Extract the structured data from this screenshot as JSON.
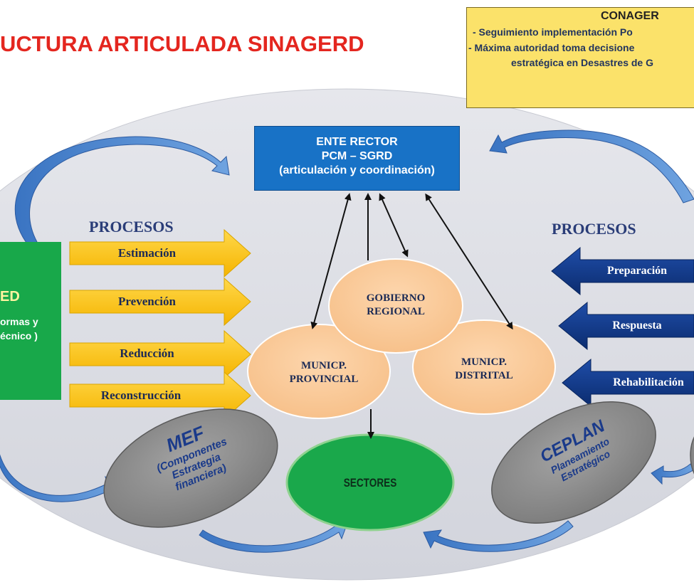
{
  "title": "UCTURA ARTICULADA SINAGERD",
  "conager": {
    "heading": "CONAGER",
    "line1": "-  Seguimiento implementación Po",
    "line2": "- Máxima autoridad toma decisione",
    "line3": "estratégica en Desastres de G"
  },
  "rector": {
    "line1": "ENTE  RECTOR",
    "line2": "PCM – SGRD",
    "line3": "(articulación y coordinación)"
  },
  "left_process": {
    "title": "PROCESOS",
    "items": [
      "Estimación",
      "Prevención",
      "Reducción",
      "Reconstrucción"
    ]
  },
  "right_process": {
    "title": "PROCESOS",
    "items": [
      "Preparación",
      "Respuesta",
      "Rehabilitación"
    ]
  },
  "left_box": {
    "line1": "ED",
    "line2": "ormas y",
    "line3": "écnico )"
  },
  "center": {
    "regional": [
      "GOBIERNO",
      "REGIONAL"
    ],
    "provincial": [
      "MUNICP.",
      "PROVINCIAL"
    ],
    "distrital": [
      "MUNICP.",
      "DISTRITAL"
    ],
    "sectores": "SECTORES"
  },
  "mef": {
    "name": "MEF",
    "line1": "(Componentes",
    "line2": "Estrategia",
    "line3": "financiera)"
  },
  "ceplan": {
    "name": "CEPLAN",
    "line1": "Planeamiento",
    "line2": "Estratégico"
  },
  "colors": {
    "title_red": "#e4261f",
    "rector_blue": "#1872c6",
    "yellow_arrow": "#fcc419",
    "blue_arrow": "#113a87",
    "peach": "#fbcb9a",
    "green": "#18a84a",
    "gray_oval": "#8c8c8c",
    "background_oval": "#d9dbe2"
  }
}
